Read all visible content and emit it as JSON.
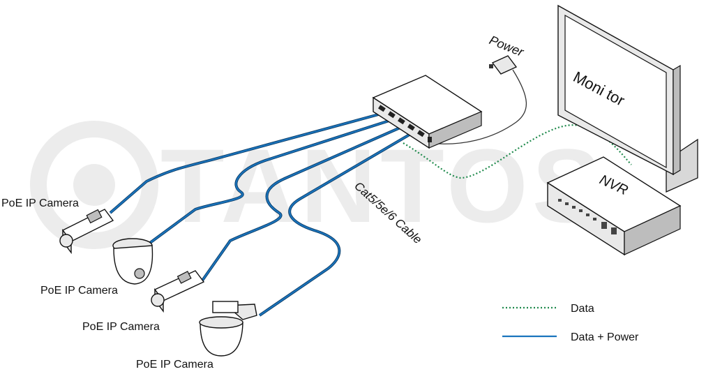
{
  "watermark": "TANTOS",
  "devices": {
    "monitor": "Moni tor",
    "nvr": "NVR",
    "power": "Power",
    "cable": "Cat5/5e/6 Cable"
  },
  "cameras": [
    {
      "label": "PoE IP Camera",
      "kind": "box-camera"
    },
    {
      "label": "PoE IP Camera",
      "kind": "dome-camera"
    },
    {
      "label": "PoE IP Camera",
      "kind": "box-camera"
    },
    {
      "label": "PoE IP Camera",
      "kind": "ptz-dome-camera"
    }
  ],
  "legend": [
    {
      "label": "Data",
      "style": "dotted",
      "color": "#1f8a4c"
    },
    {
      "label": "Data + Power",
      "style": "solid",
      "color": "#1a74bd"
    }
  ]
}
